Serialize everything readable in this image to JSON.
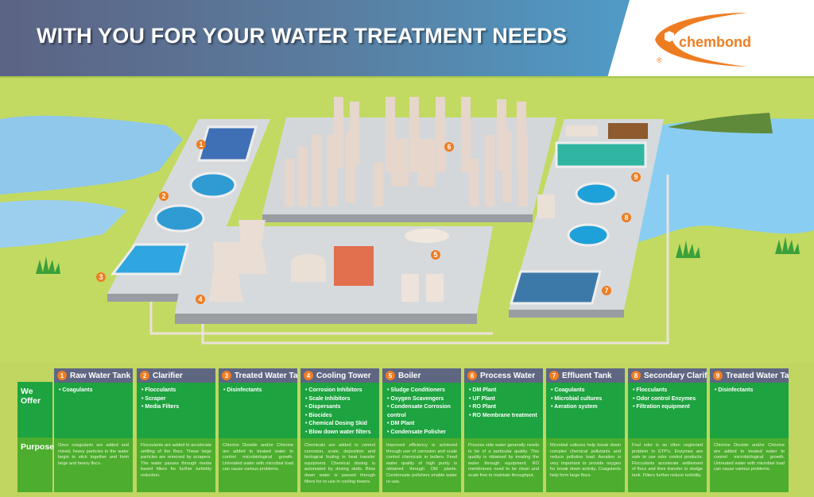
{
  "header": {
    "title": "WITH YOU FOR YOUR WATER TREATMENT NEEDS",
    "logo_text": "chembond",
    "logo_registered": "®",
    "colors": {
      "banner_left": "#5c6384",
      "banner_right": "#4aa3d3",
      "logo": "#ee7d22"
    }
  },
  "scene": {
    "markers": [
      {
        "n": "1",
        "label": "Raw Water Tank"
      },
      {
        "n": "2",
        "label": "Clarifier"
      },
      {
        "n": "3",
        "label": "Treated Water Tank"
      },
      {
        "n": "4",
        "label": "Cooling Tower"
      },
      {
        "n": "5",
        "label": "Boiler"
      },
      {
        "n": "6",
        "label": "Process Water"
      },
      {
        "n": "7",
        "label": "Effluent Tank"
      },
      {
        "n": "8",
        "label": "Secondary Clarifier"
      },
      {
        "n": "9",
        "label": "Treated Water Tank"
      }
    ]
  },
  "table": {
    "row_labels": {
      "offer": "We Offer",
      "purpose": "Purpose"
    },
    "columns": [
      {
        "n": "1",
        "title": "Raw Water Tank",
        "offer": [
          "Coagulants"
        ],
        "purpose": "Once coagulants are added and mixed, heavy particles in the water begin to stick together and form large and heavy flocs."
      },
      {
        "n": "2",
        "title": "Clarifier",
        "offer": [
          "Flocculants",
          "Scraper",
          "Media Filters"
        ],
        "purpose": "Flocculants are added to accelerate settling of the flocs. These large particles are removed by scrapers. The water passes through media based filters for further turbidity reduction."
      },
      {
        "n": "3",
        "title": "Treated Water Tank",
        "offer": [
          "Disinfectants"
        ],
        "purpose": "Chlorine Dioxide and/or Chlorine are added to treated water to control microbiological growth. Untreated water with microbial load can cause various problems."
      },
      {
        "n": "4",
        "title": "Cooling Tower",
        "offer": [
          "Corrosion Inhibitors",
          "Scale Inhibitors",
          "Dispersants",
          "Biocides",
          "Chemical Dosing Skid",
          "Blow down water filters"
        ],
        "purpose": "Chemicals are added to control corrosion, scale, deposition and biological fouling in heat transfer equipment. Chemical dosing is automated by dosing skids. Blow down water is passed through filters for re-use in cooling towers."
      },
      {
        "n": "5",
        "title": "Boiler",
        "offer": [
          "Sludge Conditioners",
          "Oxygen Scavengers",
          "Condensate Corrosion control",
          "DM Plant",
          "Condensate Polisher"
        ],
        "purpose": "Improved efficiency is achieved through use of corrosion and scale control chemicals in boilers. Feed water quality of high purity is obtained through DM plants. Condensate polishers enable water re-use."
      },
      {
        "n": "6",
        "title": "Process Water",
        "offer": [
          "DM Plant",
          "UF Plant",
          "RO Plant",
          "RO Membrane treatment"
        ],
        "purpose": "Process side water generally needs to be of a particular quality. This quality is obtained by treating the water through equipment. RO membranes need to be clean and scale free to maintain throughput."
      },
      {
        "n": "7",
        "title": "Effluent Tank",
        "offer": [
          "Coagulants",
          "Microbial cultures",
          "Aeration system"
        ],
        "purpose": "Microbial cultures help break down complex chemical pollutants and reduce pollution load. Aeration is very important to provide oxygen for break down activity. Coagulants help form large flocs."
      },
      {
        "n": "8",
        "title": "Secondary Clarifier",
        "offer": [
          "Flocculants",
          "Odor control Enzymes",
          "Filtration equipment"
        ],
        "purpose": "Foul odor is an often neglected problem in ETP's. Enzymes are safe to use odor control products. Flocculants accelerate settlement of flocs and their transfer to sludge tank. Filters further reduce turbidity."
      },
      {
        "n": "9",
        "title": "Treated Water Tank",
        "offer": [
          "Disinfectants"
        ],
        "purpose": "Chlorine Dioxide and/or Chlorine are added to treated water to control microbiological growth. Untreated water with microbial load can cause various problems."
      }
    ],
    "colors": {
      "header": "#5f6682",
      "offer_bg": "#1da33f",
      "purpose_bg": "#4cad2e",
      "number_badge": "#ee7d22"
    }
  }
}
